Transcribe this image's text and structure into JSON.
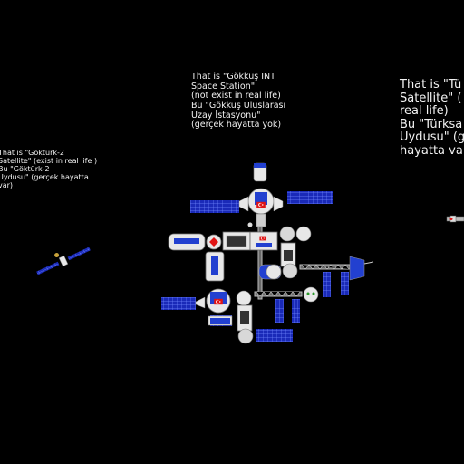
{
  "labels": {
    "gokturk": "That is \"Göktürk-2\nSatellite\" (exist in real life )\nBu \"Göktürk-2\nUydusu\" (gerçek hayatta\nvar)",
    "gokkus": "That is \"Gökkuş INT\nSpace Station\"\n(not exist in real life)\nBu \"Gökkuş Uluslarası\nUzay İstasyonu\"\n(gerçek hayatta yok)",
    "turksat": "That is \"Tü\nSatellite\" (\nreal life)\nBu \"Türksa\nUydusu\" (g\nhayatta va"
  },
  "colors": {
    "background": "#000000",
    "panel_blue": "#1a2ab8",
    "panel_line": "#6f86ff",
    "module_white": "#e8e8e8",
    "module_gray": "#9a9a9a",
    "flag_red": "#e01515",
    "accent_blue": "#2240d0"
  },
  "icons": [
    "turkish-flag-icon",
    "solar-panel-icon",
    "satellite-icon"
  ]
}
